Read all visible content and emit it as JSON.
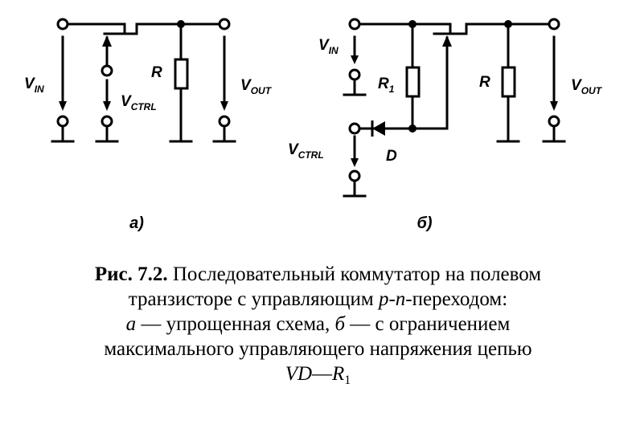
{
  "figure": {
    "panel_a": {
      "label": "а)",
      "vin": {
        "base": "V",
        "sub": "IN"
      },
      "vctrl": {
        "base": "V",
        "sub": "CTRL"
      },
      "vout": {
        "base": "V",
        "sub": "OUT"
      },
      "r": "R"
    },
    "panel_b": {
      "label": "б)",
      "vin": {
        "base": "V",
        "sub": "IN"
      },
      "vctrl": {
        "base": "V",
        "sub": "CTRL"
      },
      "vout": {
        "base": "V",
        "sub": "OUT"
      },
      "r1": {
        "base": "R",
        "sub": "1"
      },
      "r": "R",
      "d": "D"
    }
  },
  "caption": {
    "number": "Рис. 7.2.",
    "line1_rest": "Последовательный коммутатор на полевом",
    "line2_a": "транзисторе с управляющим ",
    "line2_pn": "p-n",
    "line2_b": "-переходом:",
    "line3_a_letter": "а",
    "line3_a_text": " — упрощенная схема, ",
    "line3_b_letter": "б",
    "line3_b_text": " — с ограничением",
    "line4": "максимального управляющего напряжения цепью",
    "line5_vd": "VD",
    "line5_dash": "—",
    "line5_r": "R",
    "line5_sub": "1"
  }
}
